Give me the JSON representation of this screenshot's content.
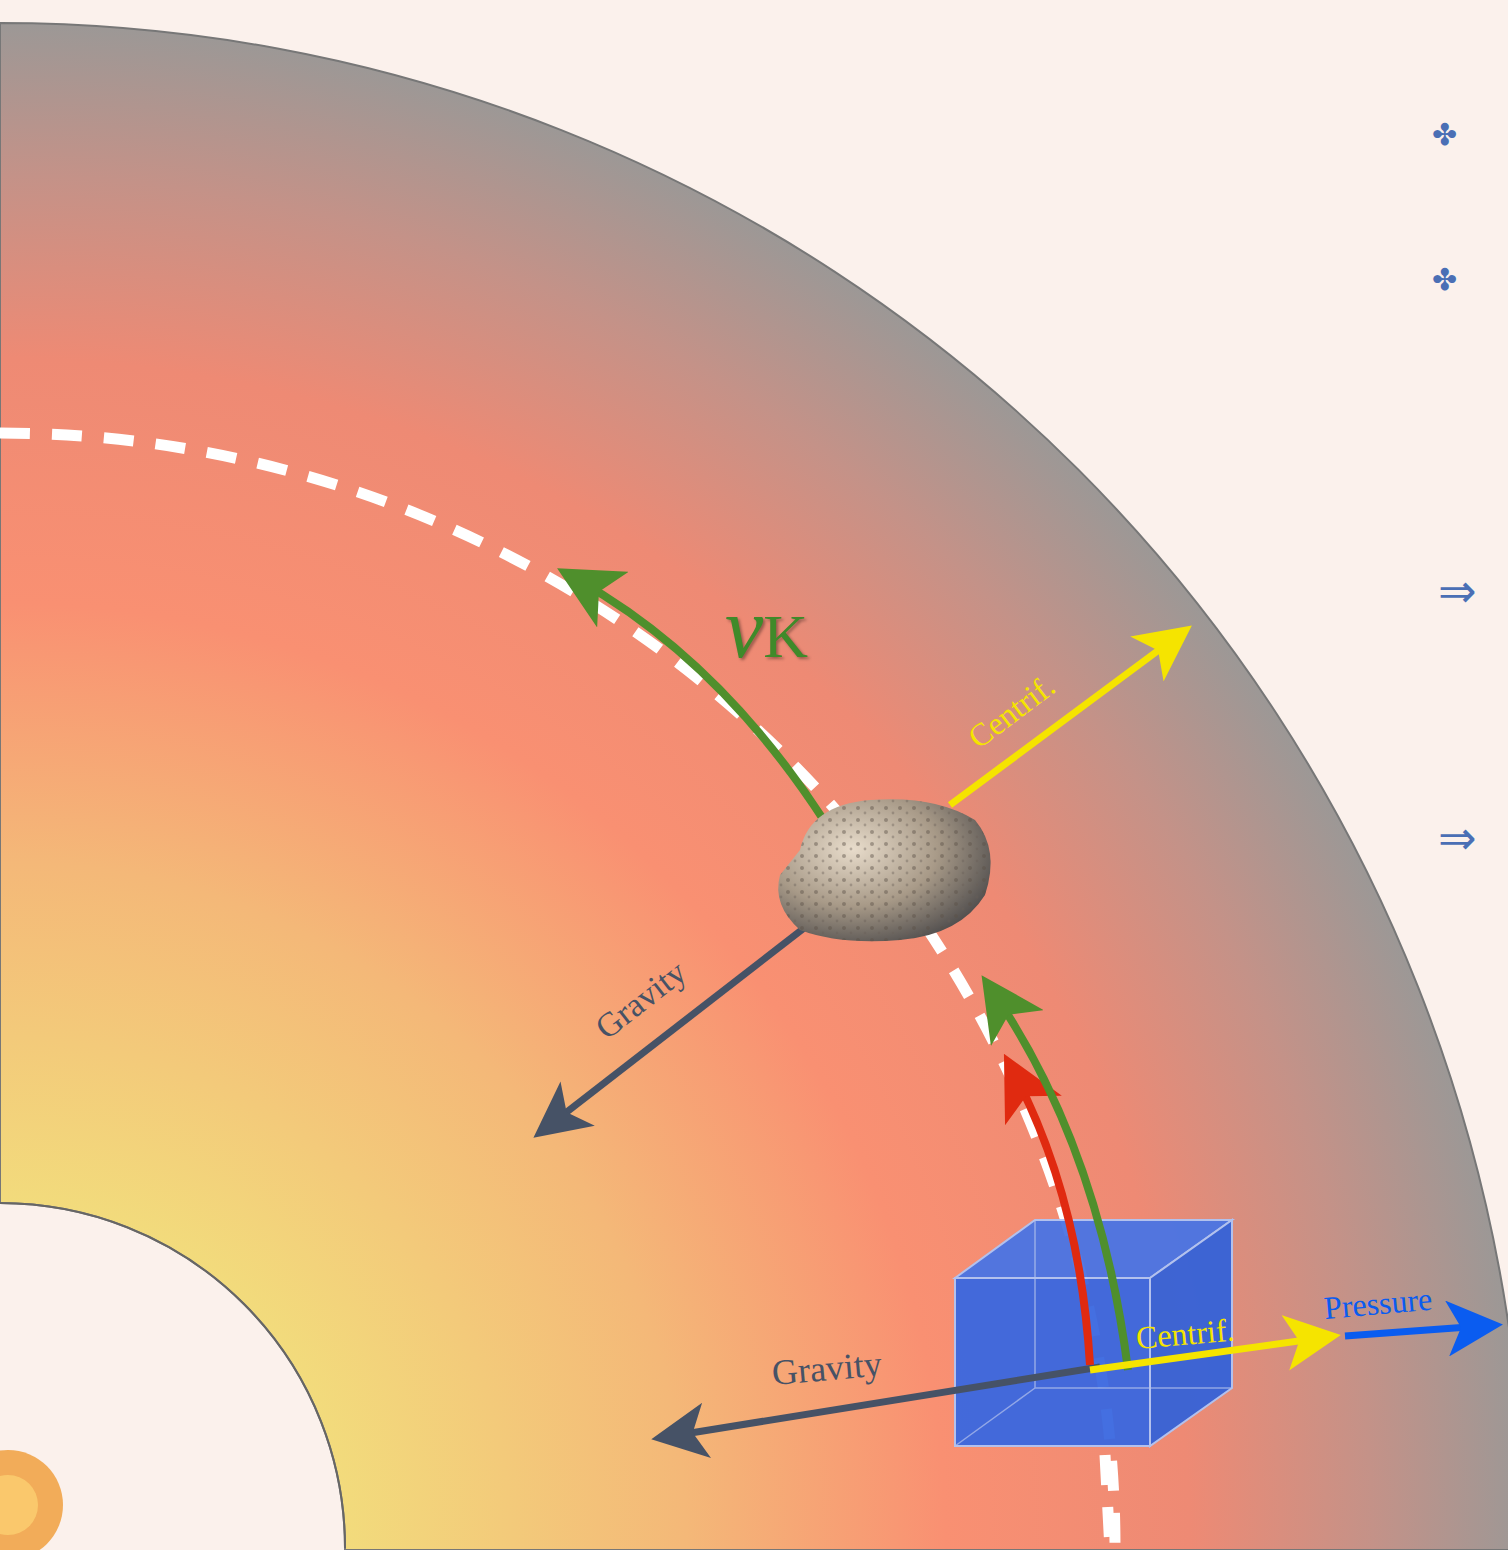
{
  "diagram": {
    "labels": [
      "✤",
      "✤",
      "⇒",
      "⇒",
      "vK",
      "Centrif.",
      "Gravity",
      "Centrif.",
      "Pressure",
      "Gravity"
    ]
  }
}
